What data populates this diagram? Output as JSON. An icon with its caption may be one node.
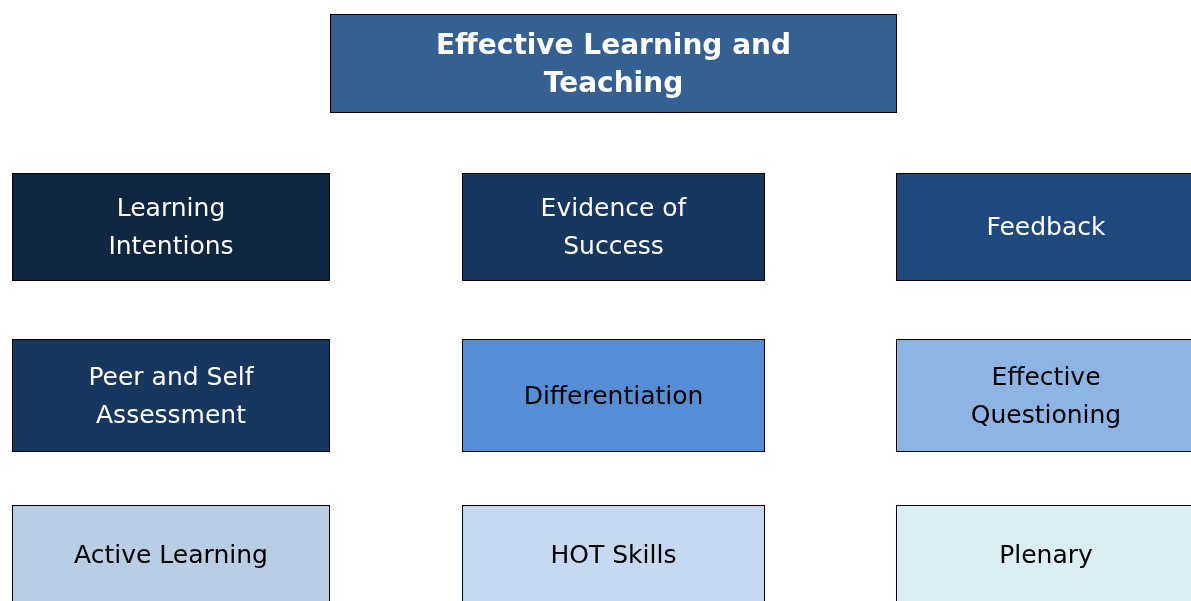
{
  "diagram": {
    "nodes": [
      {
        "text": [
          "Effective Learning and Teaching"
        ]
      },
      {
        "text": [
          "Learning Intentions"
        ]
      },
      {
        "text": [
          "Evidence of Success"
        ]
      },
      {
        "text": [
          "Feedback"
        ]
      },
      {
        "text": [
          "Peer and Self Assessment"
        ]
      },
      {
        "text": [
          "Differentiation"
        ]
      },
      {
        "text": [
          "Effective Questioning"
        ]
      },
      {
        "text": [
          "Active Learning"
        ]
      },
      {
        "text": [
          "HOT Skills"
        ]
      },
      {
        "text": [
          "Plenary"
        ]
      }
    ]
  }
}
